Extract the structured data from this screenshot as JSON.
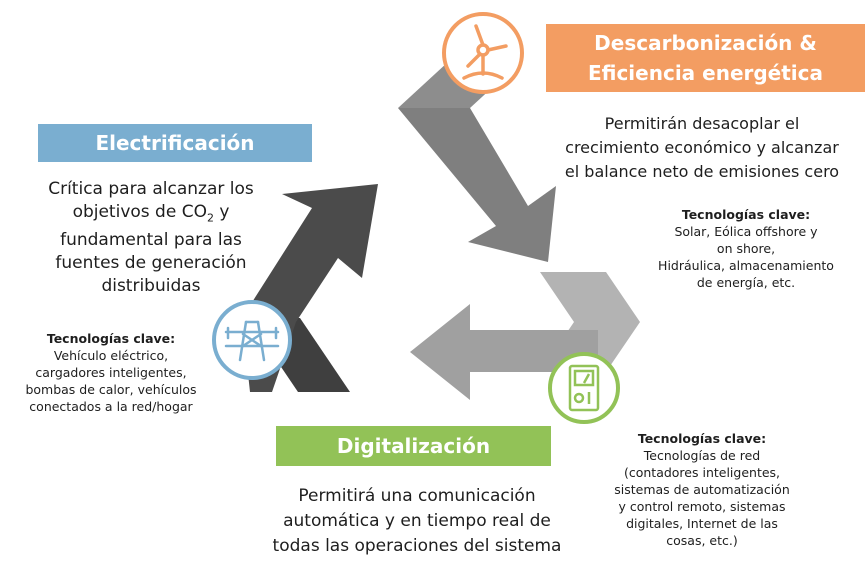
{
  "colors": {
    "electrificacion": "#7aaed0",
    "descarbonizacion": "#f39d62",
    "digitalizacion": "#92c257",
    "arrow_dark": "#4a4a4a",
    "arrow_mid": "#8a8a8a",
    "arrow_light": "#a8a8a8"
  },
  "icons": {
    "turbine": "wind-turbine-icon",
    "tower": "power-tower-icon",
    "meter": "smart-meter-icon"
  },
  "electrificacion": {
    "title": "Electrificación",
    "desc_line1": "Crítica para alcanzar los",
    "desc_line2_pre": "objetivos de CO",
    "desc_line2_sub": "2",
    "desc_line2_post": " y",
    "desc_line3": "fundamental para las",
    "desc_line4": "fuentes de generación",
    "desc_line5": "distribuidas",
    "tech_heading": "Tecnologías clave:",
    "tech_lines": [
      "Vehículo eléctrico,",
      "cargadores inteligentes,",
      "bombas de calor, vehículos",
      "conectados a la red/hogar"
    ]
  },
  "descarbonizacion": {
    "title_line1": "Descarbonización &",
    "title_line2": "Eficiencia energética",
    "desc_lines": [
      "Permitirán desacoplar el",
      "crecimiento económico y alcanzar",
      "el balance neto de emisiones cero"
    ],
    "tech_heading": "Tecnologías clave:",
    "tech_lines": [
      "Solar, Eólica offshore y",
      "on shore,",
      "Hidráulica, almacenamiento",
      "de energía, etc."
    ]
  },
  "digitalizacion": {
    "title": "Digitalización",
    "desc_lines": [
      "Permitirá una comunicación",
      "automática y en tiempo real de",
      "todas las operaciones del sistema"
    ],
    "tech_heading": "Tecnologías clave:",
    "tech_lines": [
      "Tecnologías  de red",
      "(contadores inteligentes,",
      "sistemas de automatización",
      "y control remoto, sistemas",
      "digitales, Internet de las",
      "cosas, etc.)"
    ]
  }
}
